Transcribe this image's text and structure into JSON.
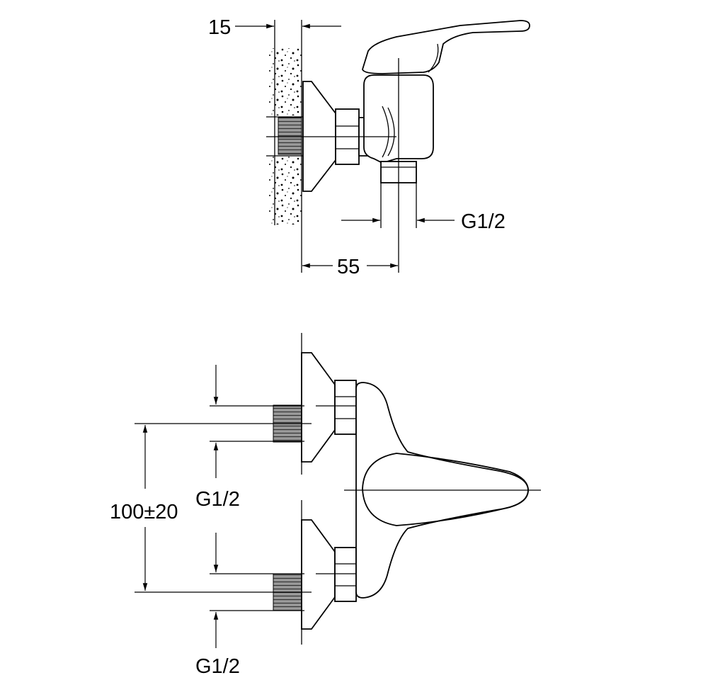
{
  "side_view": {
    "wall_thickness_label": "15",
    "outlet_thread_label": "G1/2",
    "projection_label": "55"
  },
  "front_view": {
    "centre_distance_label": "100±20",
    "upper_inlet_thread_label": "G1/2",
    "lower_inlet_thread_label": "G1/2"
  }
}
